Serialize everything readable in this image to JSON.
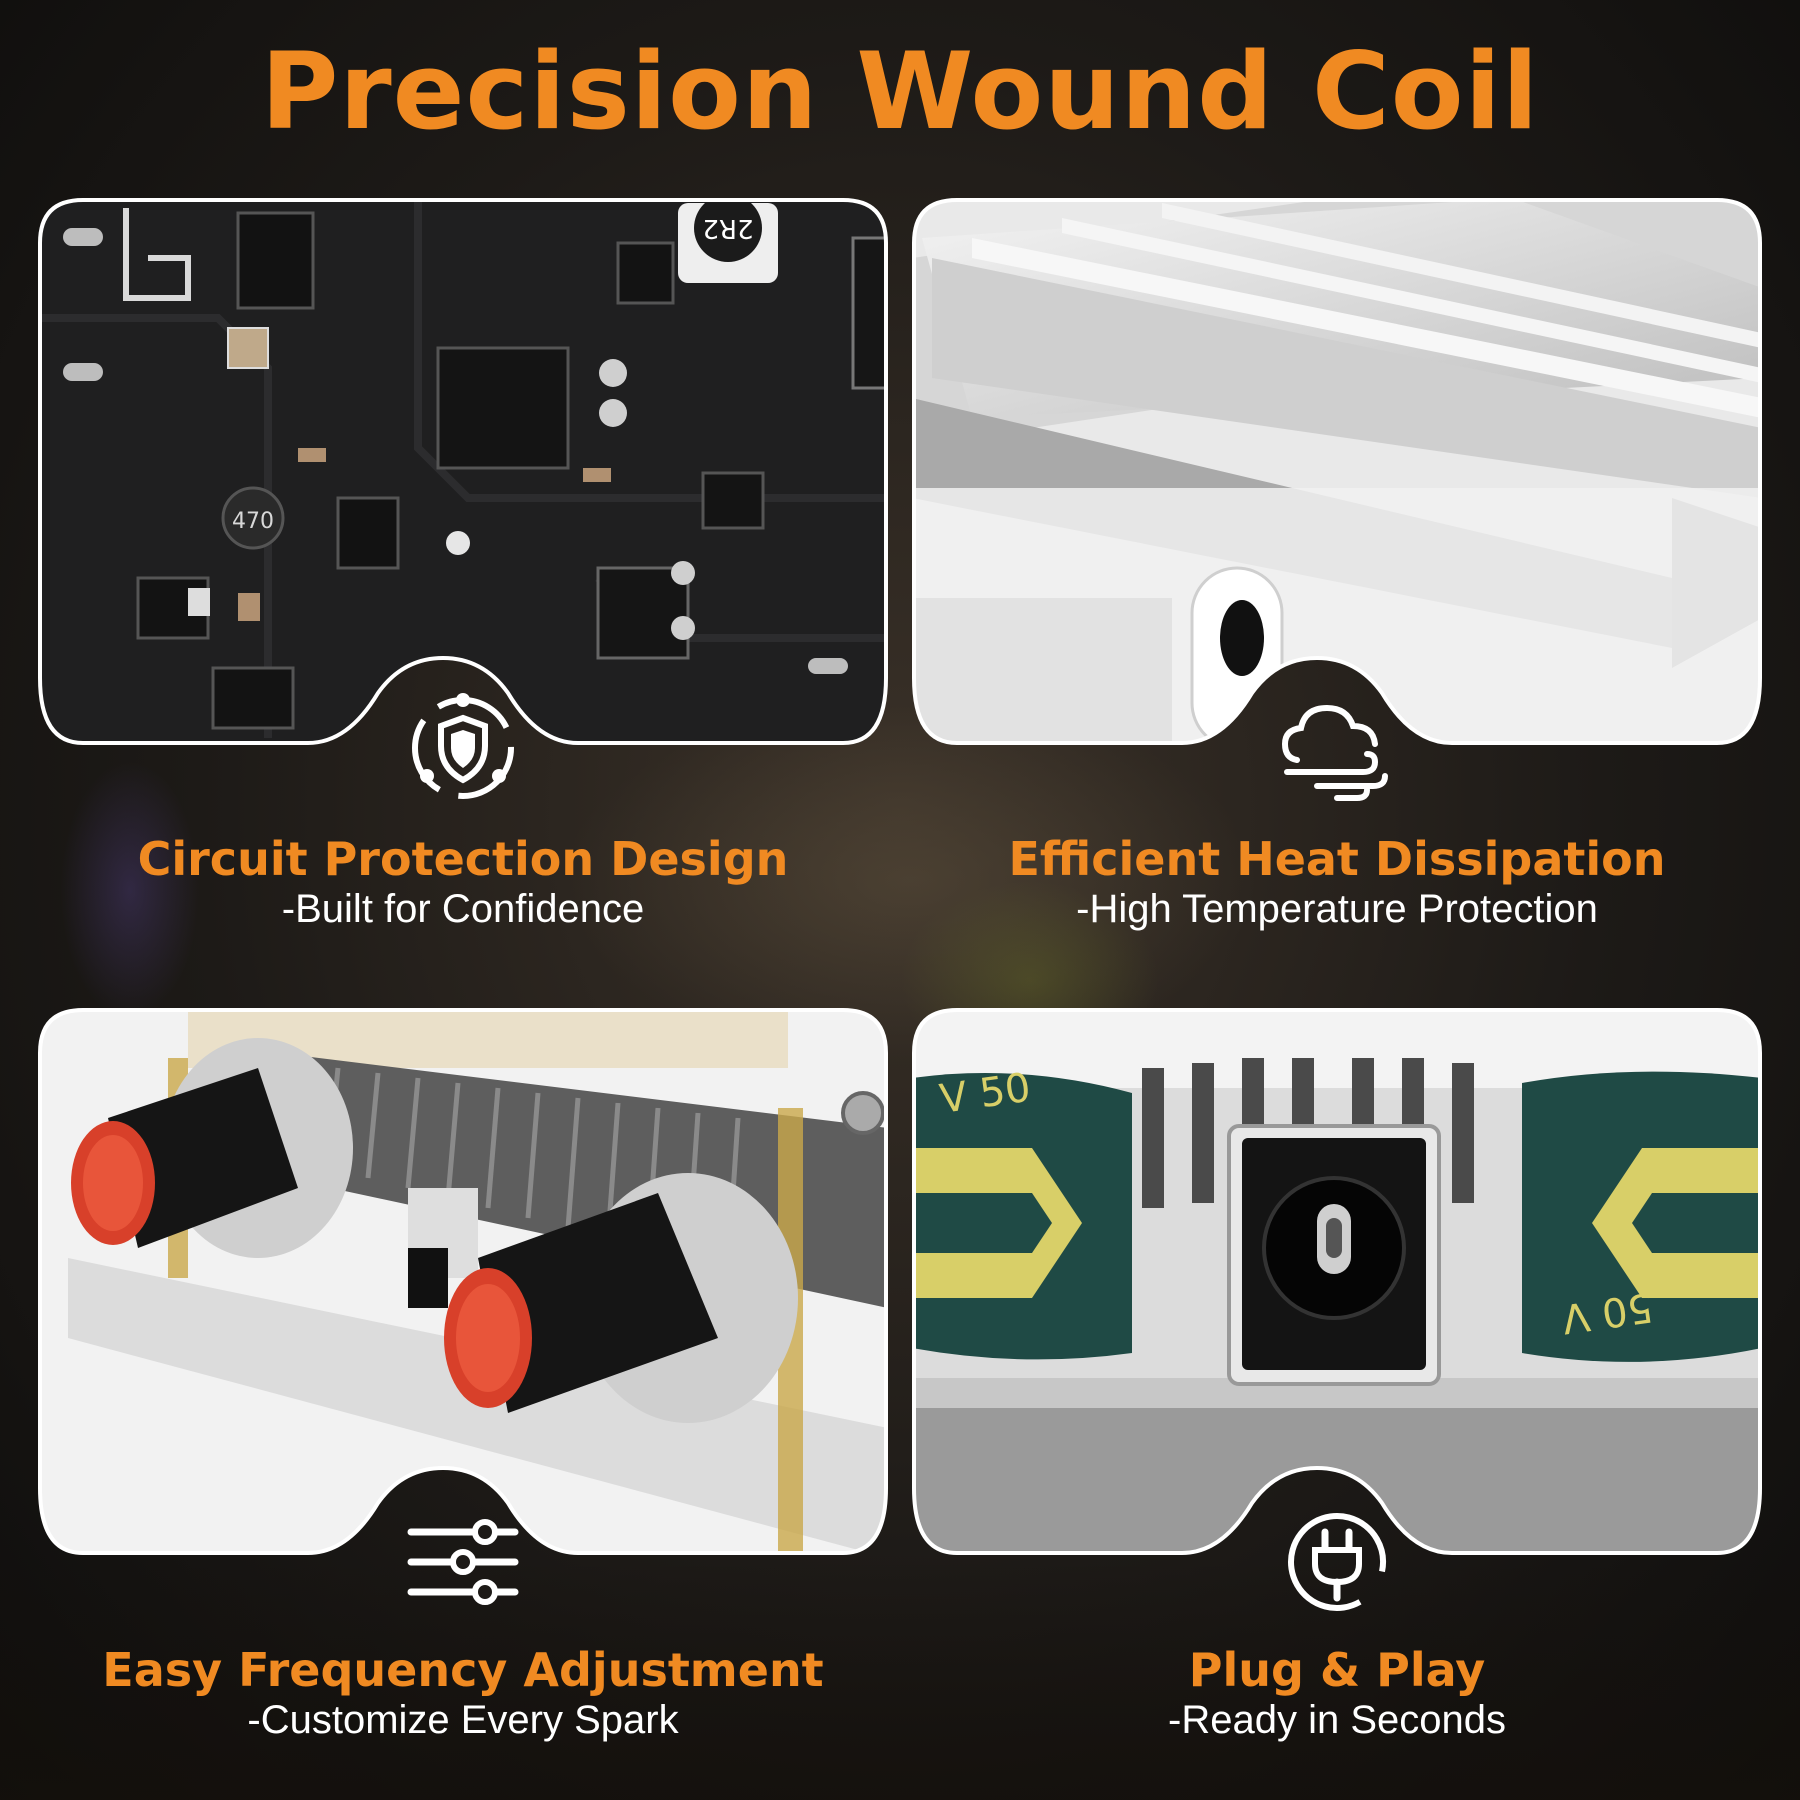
{
  "title": "Precision Wound Coil",
  "features": [
    {
      "title": "Circuit Protection Design",
      "subtitle": "-Built for Confidence",
      "icon": "shield-gear-icon"
    },
    {
      "title": "Efficient Heat Dissipation",
      "subtitle": "-High Temperature Protection",
      "icon": "cloud-wind-icon"
    },
    {
      "title": "Easy Frequency Adjustment",
      "subtitle": "-Customize Every Spark",
      "icon": "sliders-icon"
    },
    {
      "title": "Plug & Play",
      "subtitle": "-Ready in Seconds",
      "icon": "plug-icon"
    }
  ],
  "photo_labels": {
    "inductor_top": "2R2",
    "inductor_left": "470",
    "capacitor_left": "V 50",
    "capacitor_right": "50 V"
  },
  "colors": {
    "accent": "#f08a22",
    "subtitle": "#ffffff",
    "frame": "#ffffff"
  }
}
